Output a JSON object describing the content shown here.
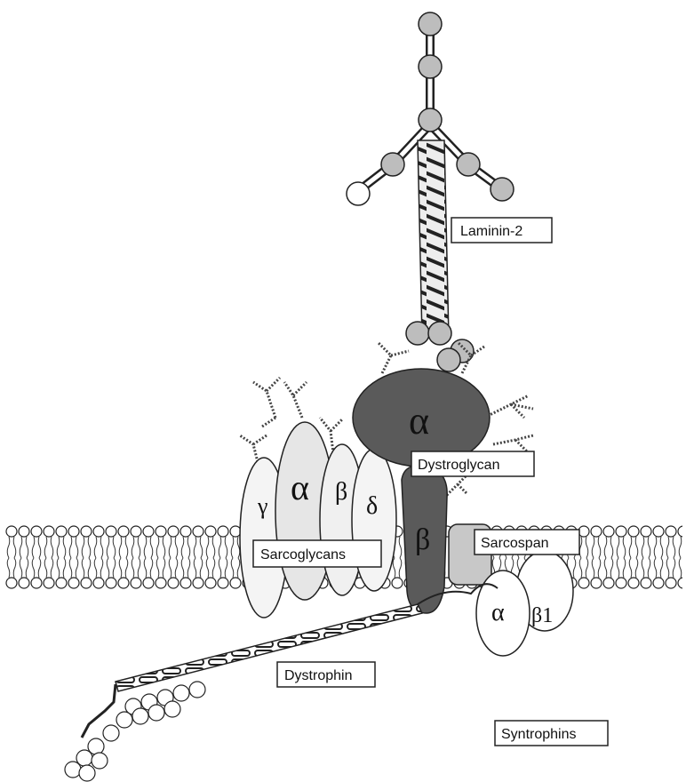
{
  "labels": {
    "laminin": "Laminin-2",
    "dystroglycan": "Dystroglycan",
    "sarcoglycans": "Sarcoglycans",
    "sarcospan": "Sarcospan",
    "dystrophin": "Dystrophin",
    "syntrophins": "Syntrophins"
  },
  "greek": {
    "dg_alpha": "α",
    "dg_beta": "β",
    "sg_gamma": "γ",
    "sg_alpha": "α",
    "sg_beta": "β",
    "sg_delta": "δ",
    "syn_alpha": "α",
    "syn_beta1": "β1"
  },
  "colors": {
    "dystroglycan_dark": "#5a5a5a",
    "sarcoglycan_light": "#ececec",
    "sarcospan_gray": "#c8c8c8",
    "laminin_ball": "#bdbdbd"
  }
}
